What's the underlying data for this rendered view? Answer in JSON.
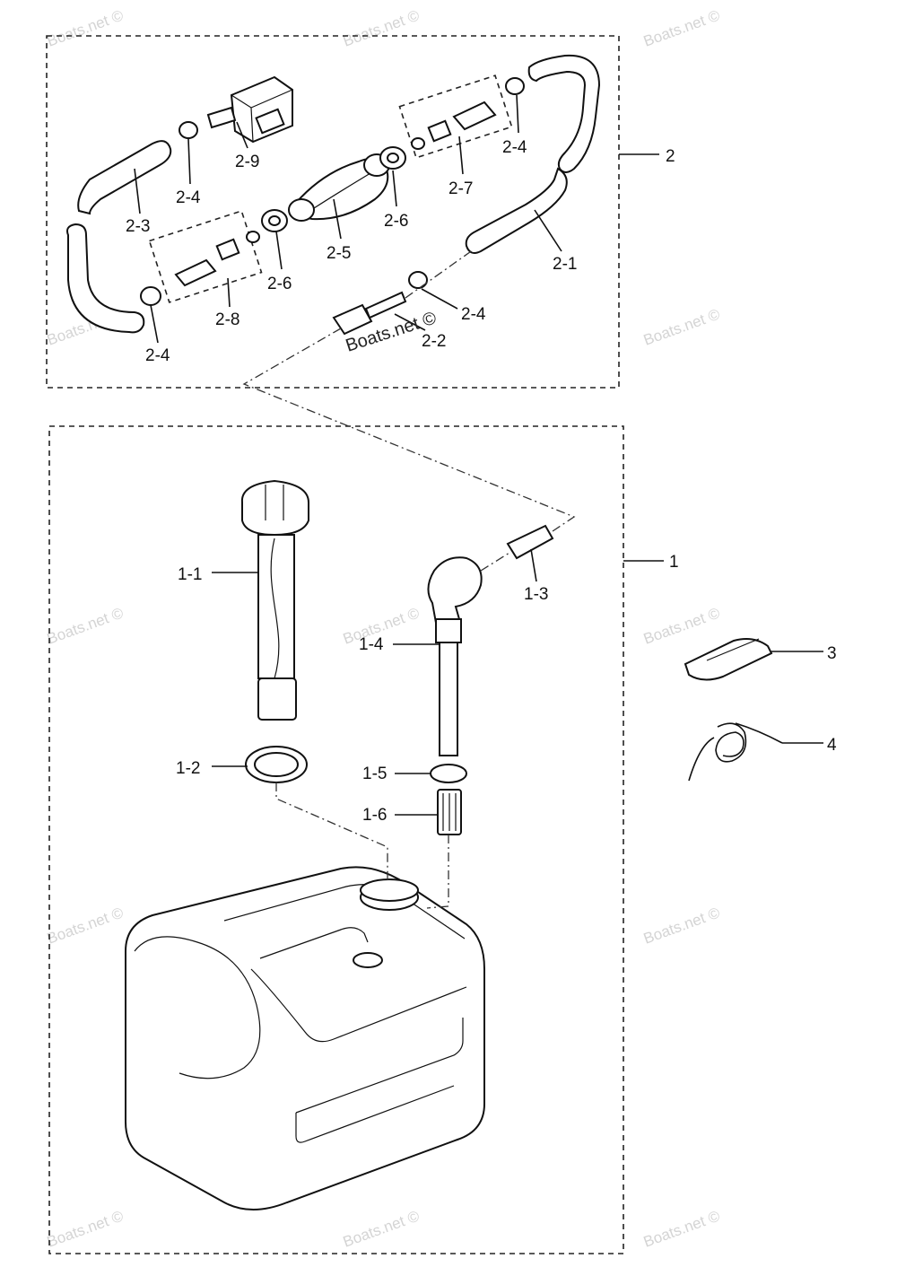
{
  "watermark": "Boats.net ©",
  "labels": {
    "l2": "2",
    "l2_1": "2-1",
    "l2_2": "2-2",
    "l2_3": "2-3",
    "l2_4": "2-4",
    "l2_5": "2-5",
    "l2_6": "2-6",
    "l2_7": "2-7",
    "l2_8": "2-8",
    "l2_9": "2-9",
    "l1": "1",
    "l1_1": "1-1",
    "l1_2": "1-2",
    "l1_3": "1-3",
    "l1_4": "1-4",
    "l1_5": "1-5",
    "l1_6": "1-6",
    "l3": "3",
    "l4": "4"
  },
  "colors": {
    "ink": "#111111",
    "watermark": "#d4d4d4",
    "background": "#ffffff"
  }
}
